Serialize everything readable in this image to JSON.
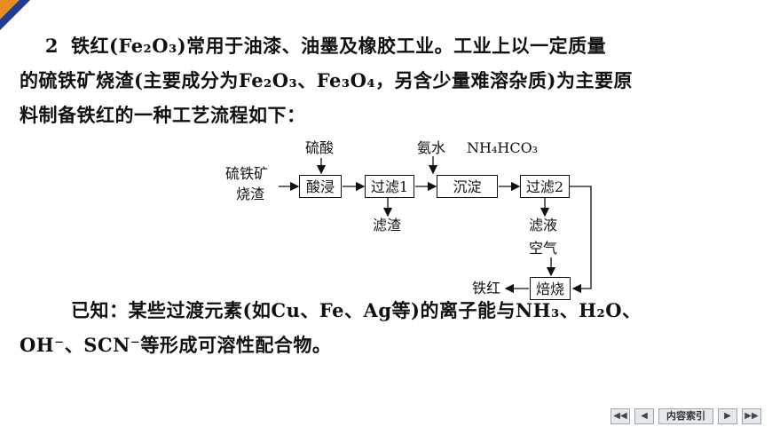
{
  "question": {
    "number": "2",
    "line1": "铁红(Fe₂O₃)常用于油漆、油墨及橡胶工业。工业上以一定质量",
    "line2": "的硫铁矿烧渣(主要成分为Fe₂O₃、Fe₃O₄，另含少量难溶杂质)为主要原",
    "line3": "料制备铁红的一种工艺流程如下：",
    "known_line1": "已知：某些过渡元素(如Cu、Fe、Ag等)的离子能与NH₃、H₂O、",
    "known_line2": "OH⁻、SCN⁻等形成可溶性配合物。"
  },
  "flow": {
    "raw_material_1": "硫铁矿",
    "raw_material_2": "烧渣",
    "reagent_acid": "硫酸",
    "step_acid_leach": "酸浸",
    "step_filter1": "过滤1",
    "residue": "滤渣",
    "reagent_ammonia": "氨水",
    "reagent_nh4hco3": "NH₄HCO₃",
    "step_precipitate": "沉淀",
    "step_filter2": "过滤2",
    "filtrate": "滤液",
    "air": "空气",
    "step_roast": "焙烧",
    "product": "铁红"
  },
  "nav": {
    "first": "◀◀",
    "prev": "◀",
    "index": "内容索引",
    "next": "▶",
    "last": "▶▶"
  }
}
